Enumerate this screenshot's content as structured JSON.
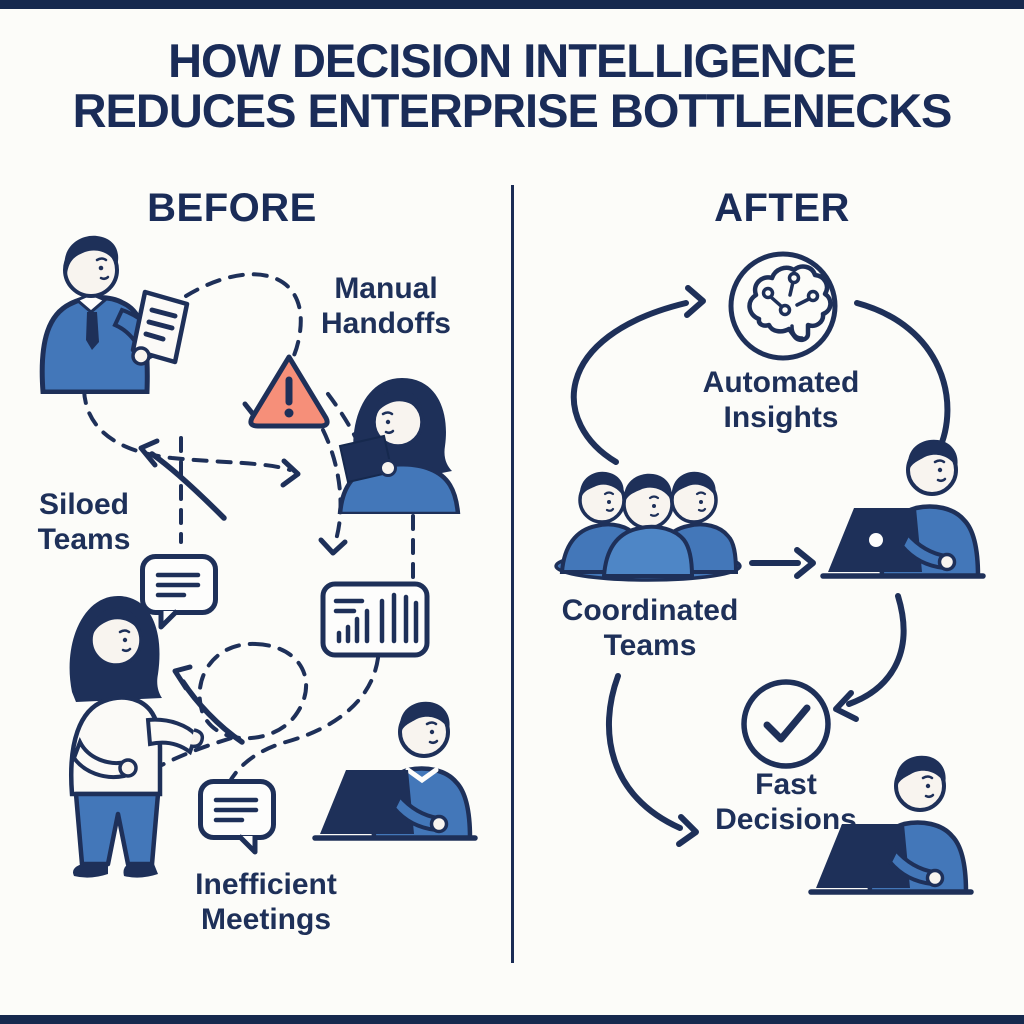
{
  "title": {
    "line1": "HOW DECISION INTELLIGENCE",
    "line2": "REDUCES ENTERPRISE BOTTLENECKS"
  },
  "colors": {
    "navy": "#1e3059",
    "blue": "#4377b9",
    "blue_light": "#4e86c6",
    "salmon": "#f68f79",
    "face": "#f8f4ef",
    "background": "#fcfcf9"
  },
  "before": {
    "heading": "BEFORE",
    "labels": {
      "manual_handoffs": "Manual\nHandoffs",
      "siloed_teams": "Siloed\nTeams",
      "inefficient_meetings": "Inefficient\nMeetings"
    },
    "icons": [
      "warning-triangle",
      "chat-bubble",
      "bar-chart-card",
      "chat-bubble"
    ],
    "figures": [
      "man-reading-document",
      "woman-with-tablet",
      "woman-gesturing",
      "man-at-laptop"
    ]
  },
  "after": {
    "heading": "AFTER",
    "labels": {
      "automated_insights": "Automated\nInsights",
      "coordinated_teams": "Coordinated\nTeams",
      "fast_decisions": "Fast\nDecisions"
    },
    "icons": [
      "ai-brain-circle",
      "checkmark-circle"
    ],
    "figures": [
      "team-of-three",
      "man-at-laptop",
      "man-at-laptop"
    ]
  }
}
